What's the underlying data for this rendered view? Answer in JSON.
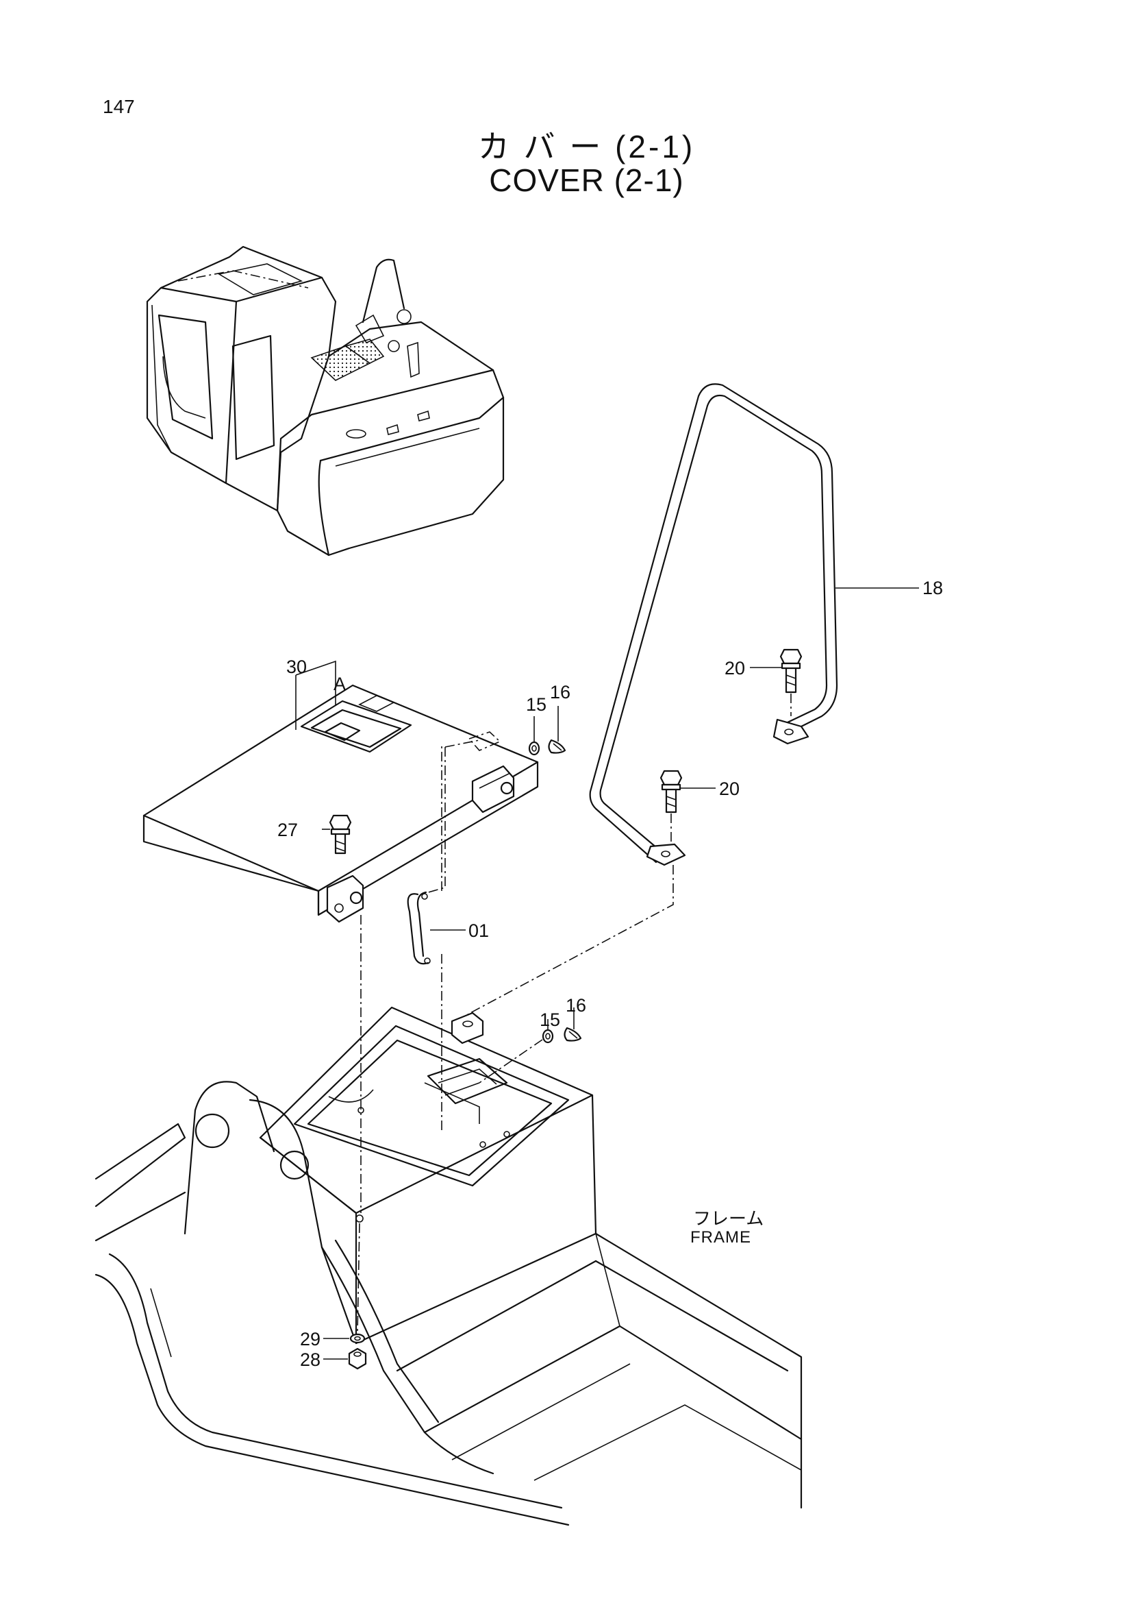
{
  "page_number": "147",
  "title_ja": "カ バ ー  (2-1)",
  "title_en": "COVER  (2-1)",
  "frame_label_ja": "フレーム",
  "frame_label_en": "FRAME",
  "callouts": {
    "c18": "18",
    "c20a": "20",
    "c20b": "20",
    "c30": "30",
    "cA": "A",
    "c15a": "15",
    "c16a": "16",
    "c27": "27",
    "c01": "01",
    "c15b": "15",
    "c16b": "16",
    "c29": "29",
    "c28": "28"
  }
}
